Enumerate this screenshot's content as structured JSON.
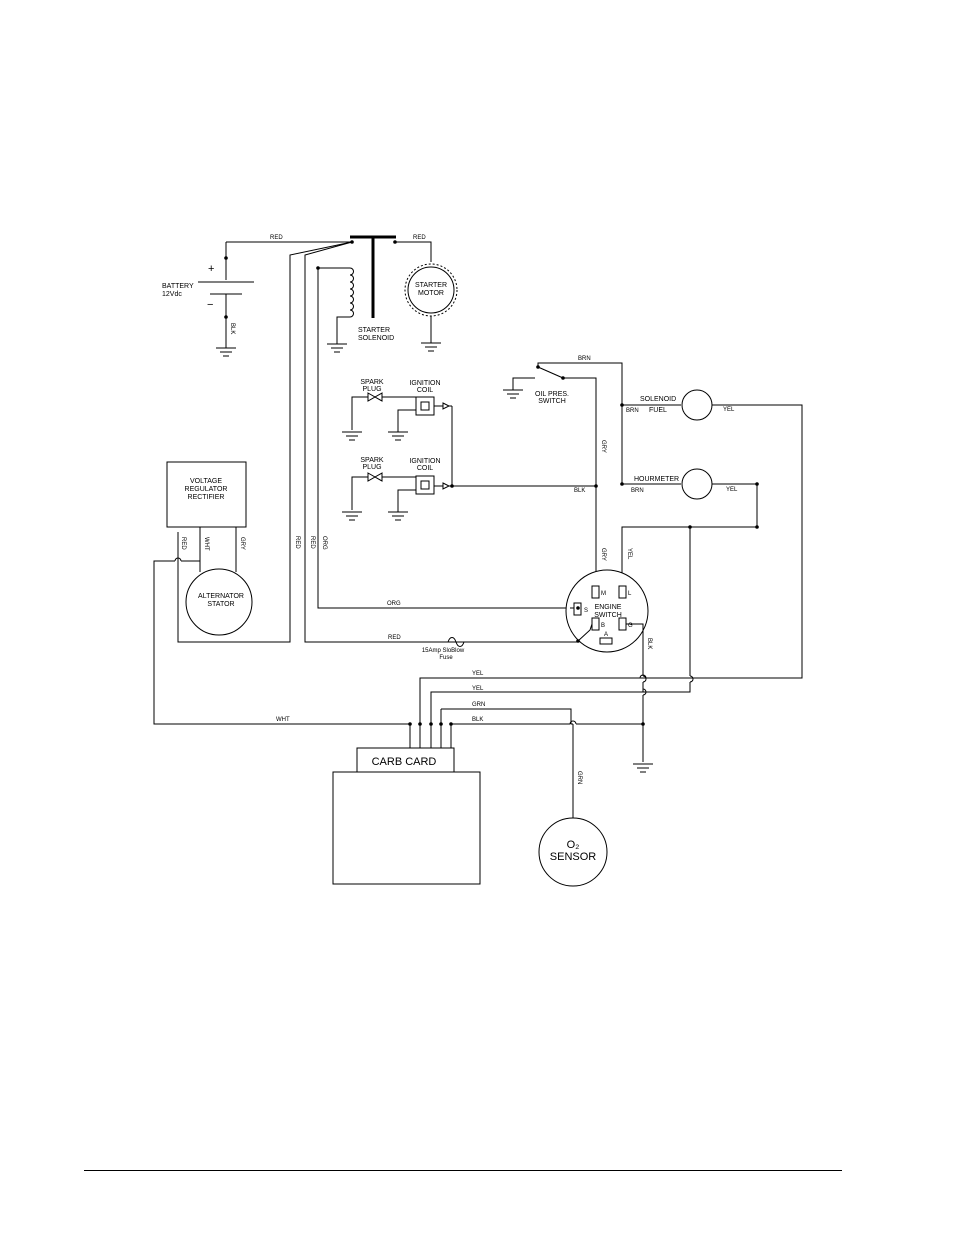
{
  "components": {
    "battery": "BATTERY",
    "battery_voltage": "12Vdc",
    "battery_plus": "+",
    "battery_minus": "−",
    "starter_solenoid_1": "STARTER",
    "starter_solenoid_2": "SOLENOID",
    "starter_motor_1": "STARTER",
    "starter_motor_2": "MOTOR",
    "spark_plug_1": "SPARK",
    "spark_plug_2": "PLUG",
    "ignition_coil_1": "IGNITION",
    "ignition_coil_2": "COIL",
    "oil_pres_switch_1": "OIL PRES.",
    "oil_pres_switch_2": "SWITCH",
    "fuel_solenoid_1": "SOLENOID",
    "fuel_solenoid_2": "FUEL",
    "hourmeter": "HOURMETER",
    "vrr_1": "VOLTAGE",
    "vrr_2": "REGULATOR",
    "vrr_3": "RECTIFIER",
    "alt_1": "ALTERNATOR",
    "alt_2": "STATOR",
    "engine_switch_1": "ENGINE",
    "engine_switch_2": "SWITCH",
    "term_m": "M",
    "term_l": "L",
    "term_s": "S",
    "term_b": "B",
    "term_g": "G",
    "term_a": "A",
    "fuse_1": "15Amp SloBlow",
    "fuse_2": "Fuse",
    "carb_card": "CARB CARD",
    "o2_1": "O₂",
    "o2_2": "SENSOR"
  },
  "wires": {
    "red": "RED",
    "blk": "BLK",
    "brn": "BRN",
    "yel": "YEL",
    "gry": "GRY",
    "org": "ORG",
    "wht": "WHT",
    "grn": "GRN"
  }
}
